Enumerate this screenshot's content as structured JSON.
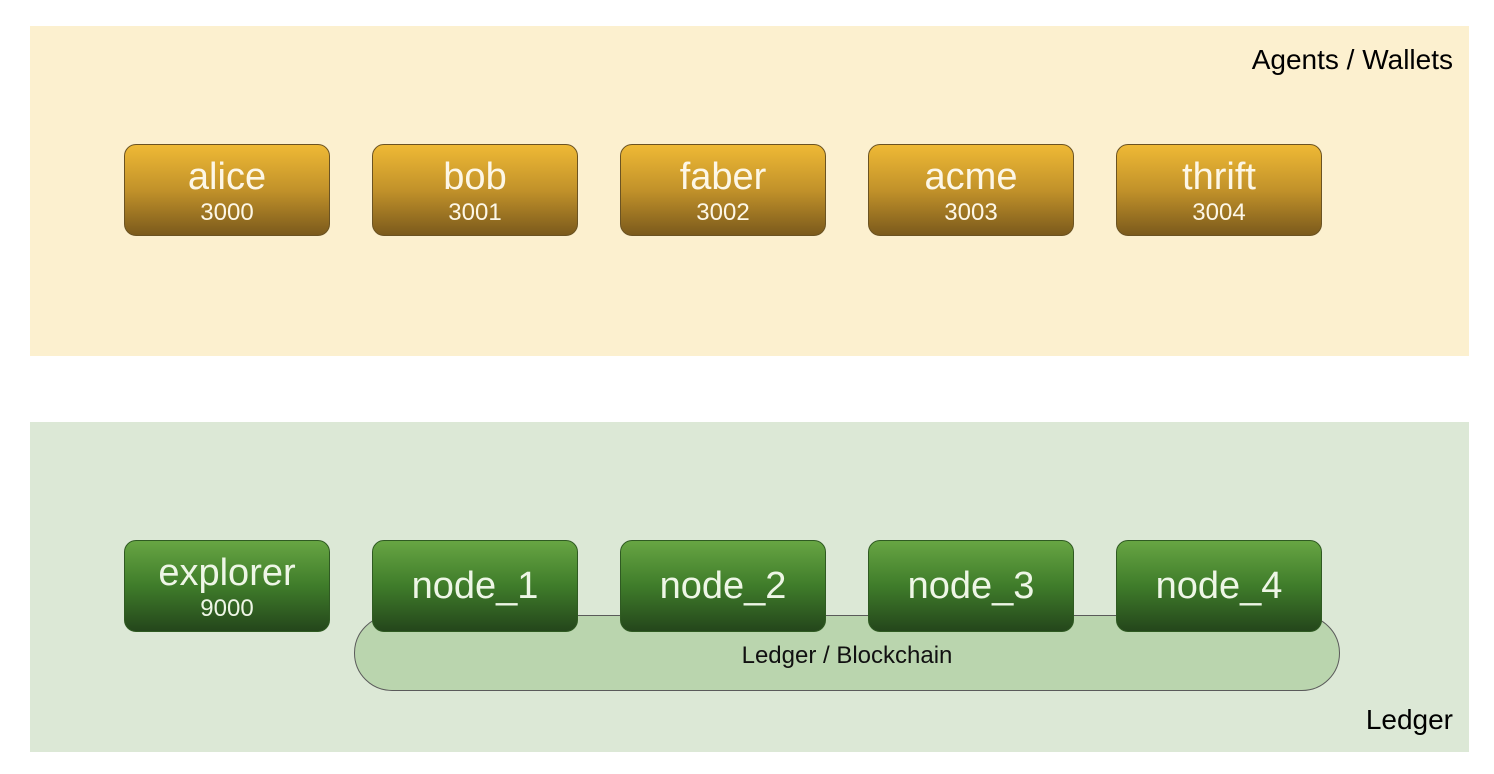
{
  "agents_zone": {
    "label": "Agents / Wallets",
    "color": "#fcf0cf",
    "agents": [
      {
        "name": "alice",
        "port": "3000"
      },
      {
        "name": "bob",
        "port": "3001"
      },
      {
        "name": "faber",
        "port": "3002"
      },
      {
        "name": "acme",
        "port": "3003"
      },
      {
        "name": "thrift",
        "port": "3004"
      }
    ]
  },
  "ledger_zone": {
    "label": "Ledger",
    "color": "#dce8d6",
    "explorer": {
      "name": "explorer",
      "port": "9000"
    },
    "nodes": [
      "node_1",
      "node_2",
      "node_3",
      "node_4"
    ],
    "chain_label": "Ledger / Blockchain"
  },
  "colors": {
    "agent_box": "#c2922a",
    "ledger_box": "#3f7c2a",
    "chain": "#bad5ae"
  }
}
